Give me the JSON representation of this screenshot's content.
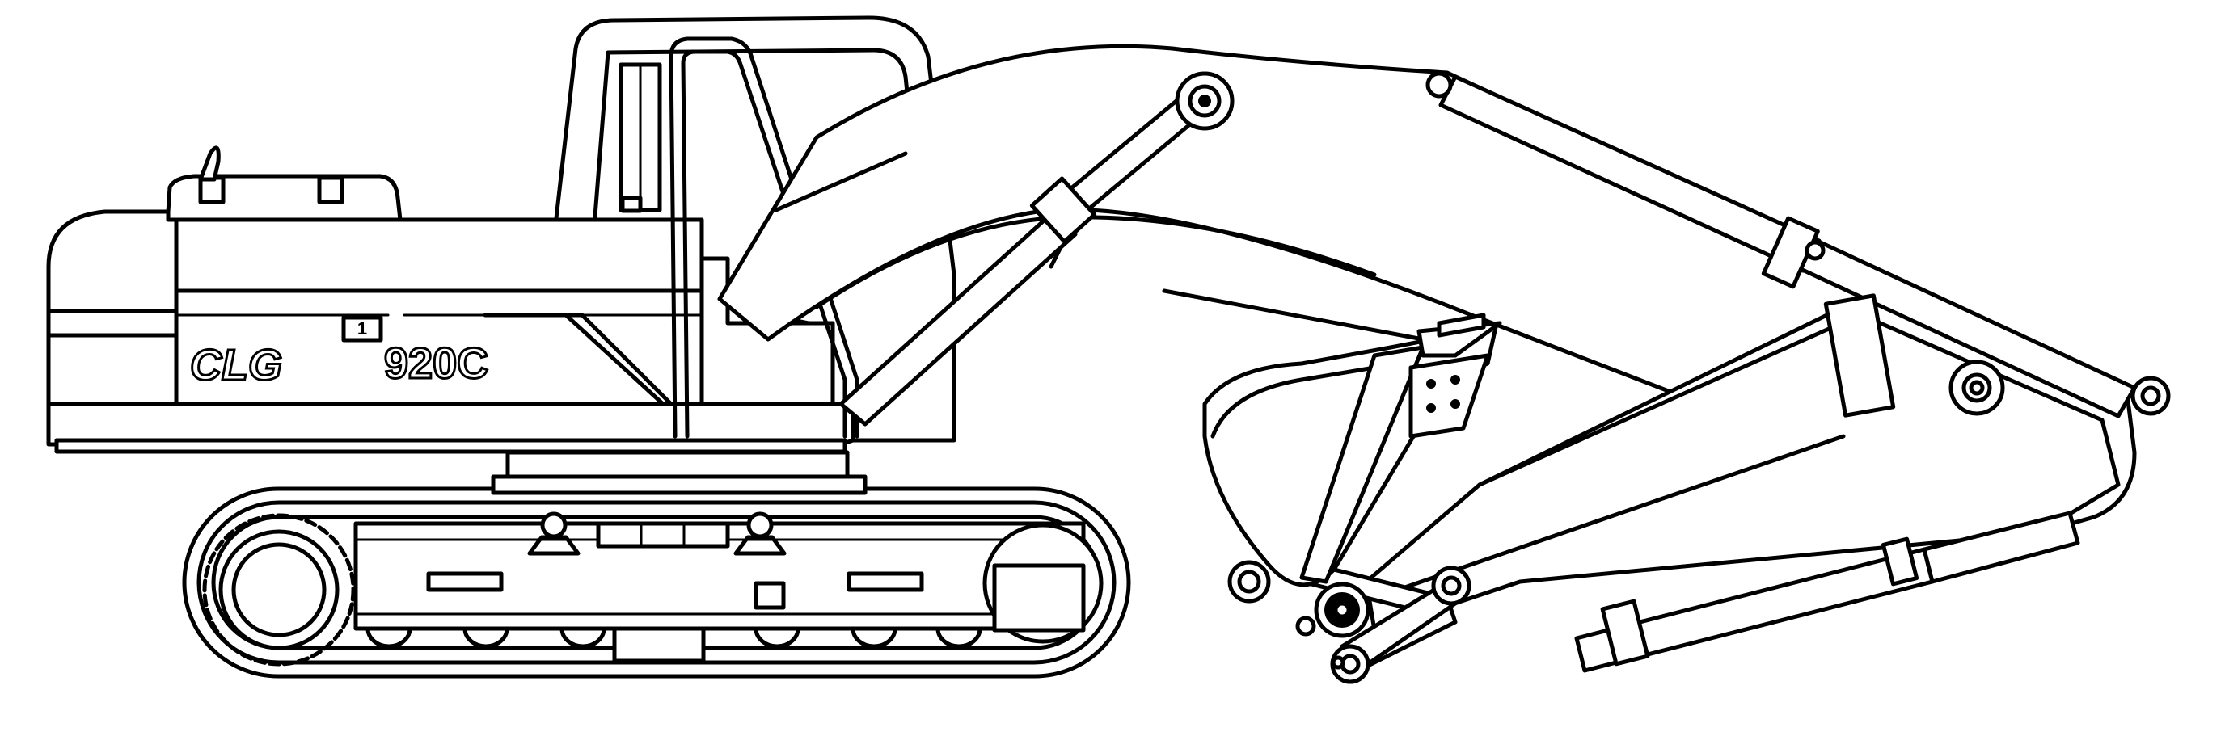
{
  "brand": {
    "logo_text": "CLG",
    "model_label": "920C"
  },
  "badge": {
    "text": "1"
  }
}
